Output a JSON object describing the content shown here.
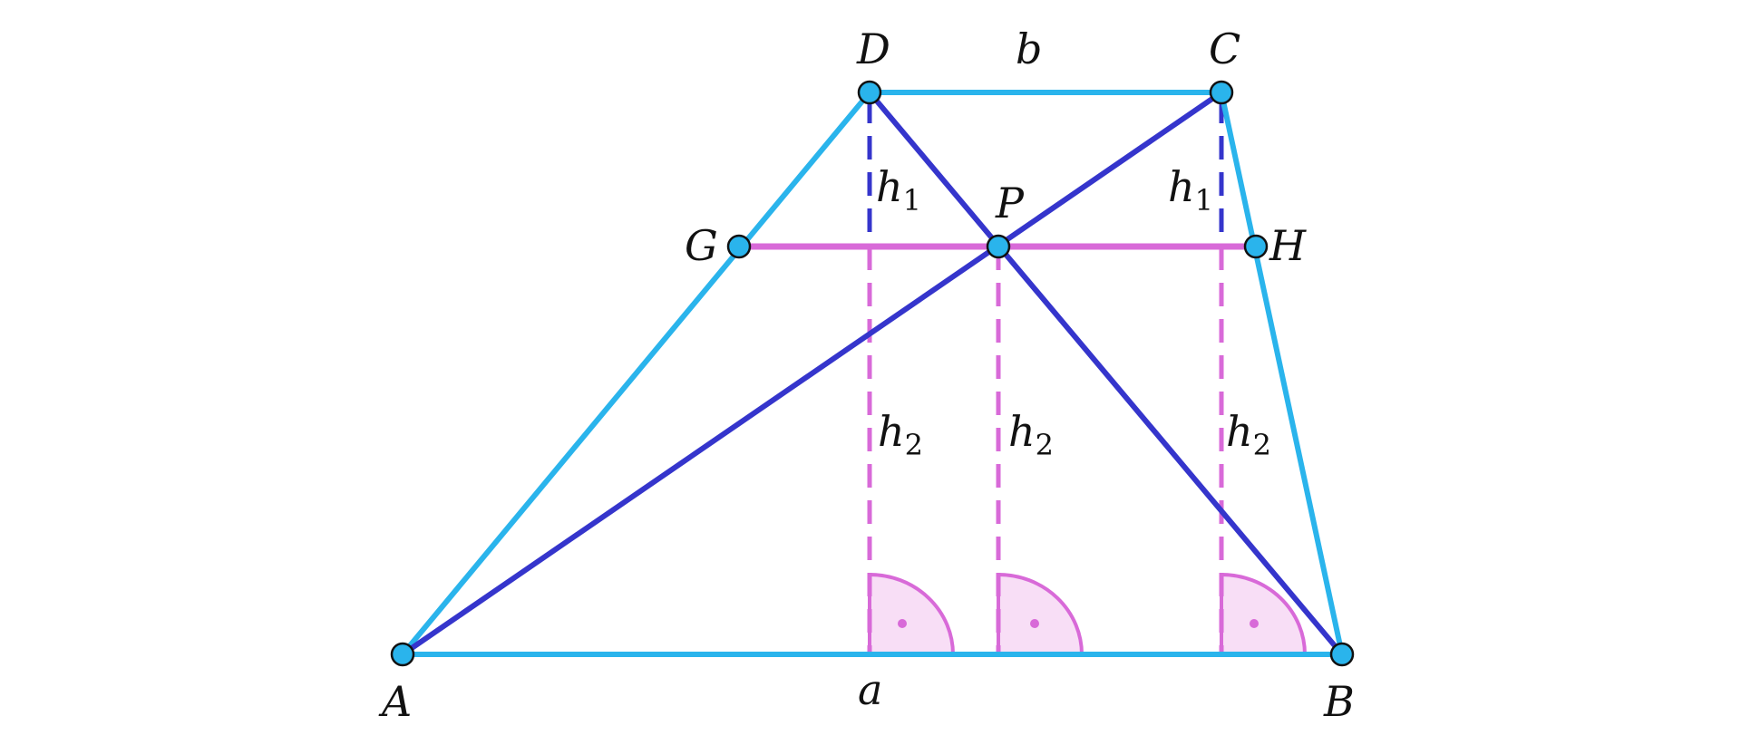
{
  "colors": {
    "side": "#2ab4ec",
    "diagonal": "#3535cc",
    "midline": "#d86ad8",
    "angle_fill": "#f8def6",
    "point_fill": "#2ab4ec"
  },
  "labels": {
    "A": "A",
    "B": "B",
    "C": "C",
    "D": "D",
    "G": "G",
    "H": "H",
    "P": "P",
    "a": "a",
    "b": "b",
    "h": "h",
    "one": "1",
    "two": "2"
  }
}
